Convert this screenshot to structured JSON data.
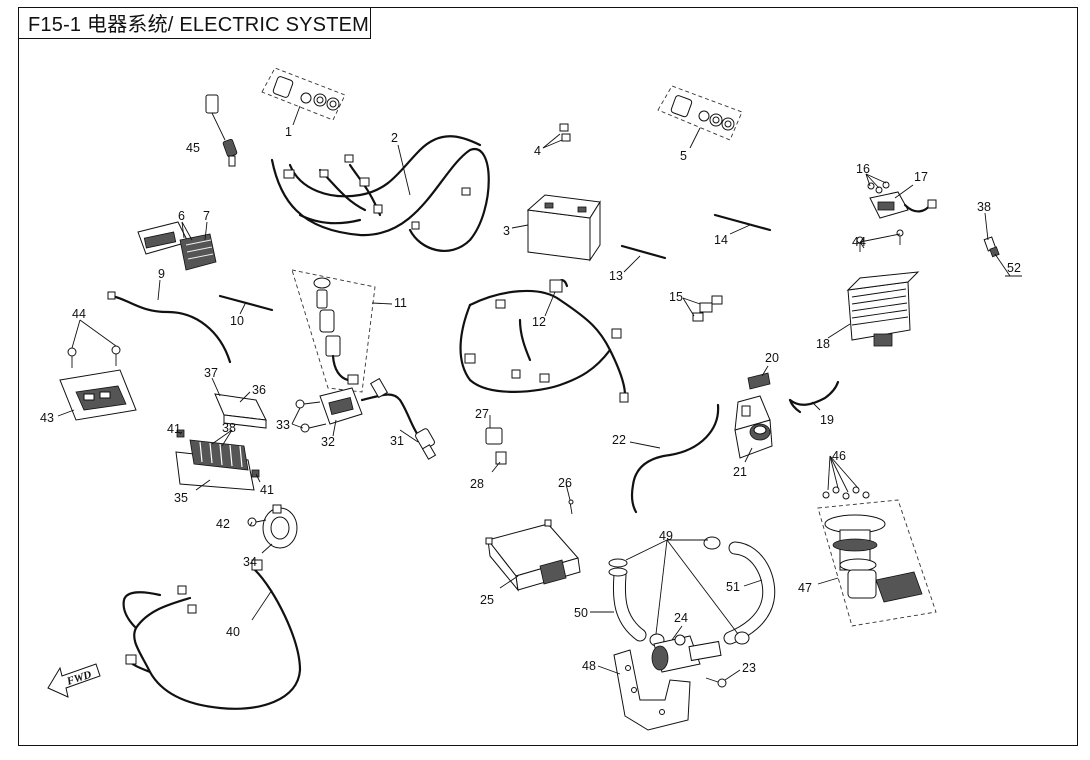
{
  "title": "F15-1 电器系统/ ELECTRIC SYSTEM",
  "fwd_mark": "FWD",
  "callouts": [
    "1",
    "2",
    "3",
    "4",
    "5",
    "6",
    "7",
    "9",
    "10",
    "11",
    "12",
    "13",
    "14",
    "15",
    "16",
    "17",
    "18",
    "19",
    "20",
    "21",
    "22",
    "23",
    "24",
    "25",
    "26",
    "27",
    "28",
    "31",
    "32",
    "33",
    "34",
    "35",
    "36",
    "37",
    "38",
    "38",
    "40",
    "41",
    "41",
    "42",
    "43",
    "44",
    "44",
    "45",
    "46",
    "47",
    "48",
    "49",
    "50",
    "51",
    "52"
  ]
}
